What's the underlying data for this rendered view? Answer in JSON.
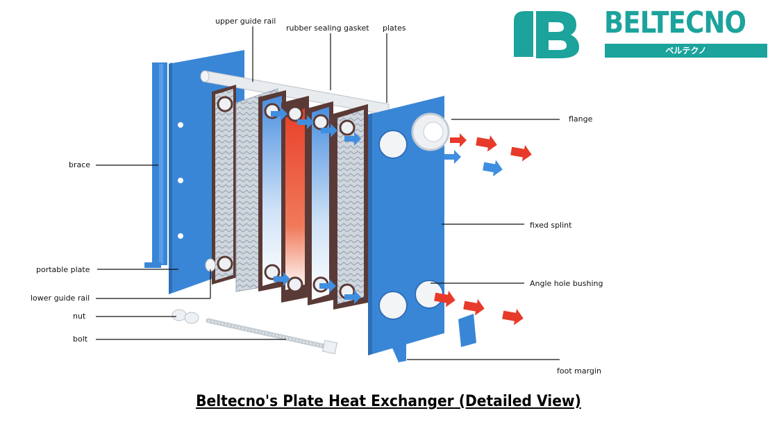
{
  "logo": {
    "name": "BELTECNO",
    "katakana": "ベルテクノ"
  },
  "title": "Beltecno's Plate Heat Exchanger (Detailed View)",
  "labels": {
    "upper_guide_rail": "upper guide rail",
    "rubber_sealing_gasket": "rubber sealing gasket",
    "plates": "plates",
    "flange": "flange",
    "brace": "brace",
    "fixed_splint": "fixed splint",
    "portable_plate": "portable plate",
    "angle_hole_bushing": "Angle hole bushing",
    "lower_guide_rail": "lower guide rail",
    "nut": "nut",
    "bolt": "bolt",
    "foot_margin": "foot margin"
  },
  "colors": {
    "frame_blue": "#3a86d6",
    "brand_teal": "#1ba39c",
    "hot_red": "#e83a2a",
    "cold_blue": "#3f8ee0"
  }
}
